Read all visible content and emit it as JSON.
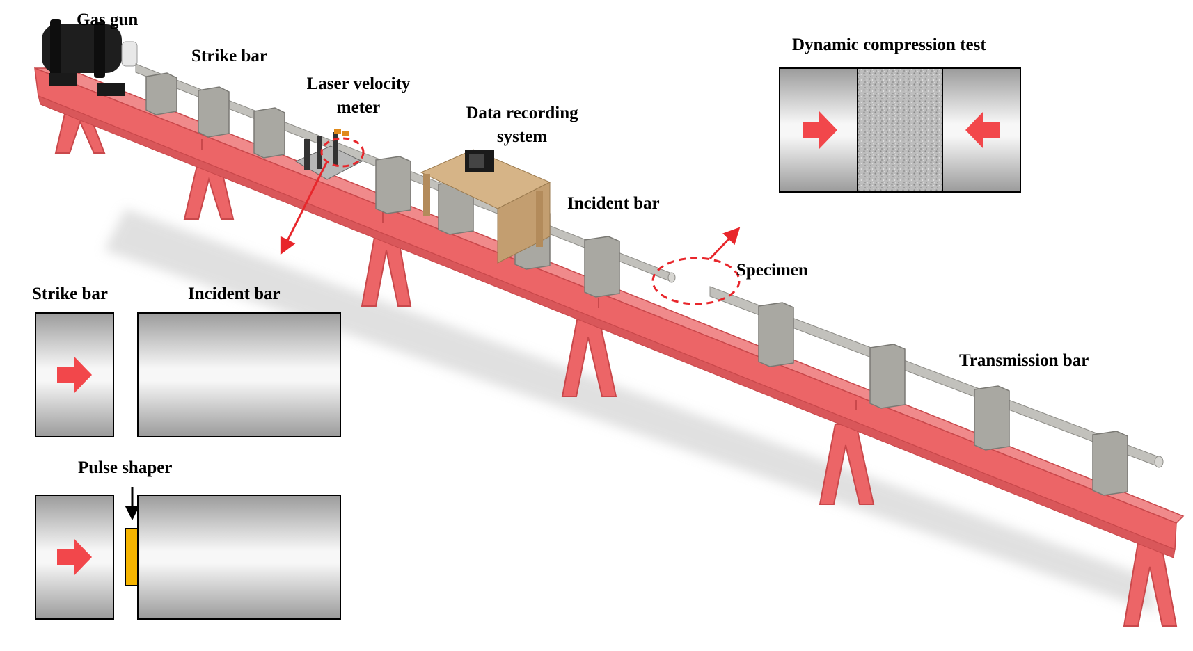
{
  "labels": {
    "gas_gun": "Gas gun",
    "strike_bar_top": "Strike bar",
    "laser_velocity_meter": "Laser velocity meter",
    "data_recording_system": "Data recording system",
    "incident_bar_main": "Incident bar",
    "specimen": "Specimen",
    "transmission_bar": "Transmission bar",
    "dynamic_compression_test": "Dynamic compression test",
    "inset_strike_bar": "Strike bar",
    "inset_incident_bar": "Incident bar",
    "pulse_shaper": "Pulse shaper"
  },
  "colors": {
    "frame_red": "#ec6567",
    "frame_red_dark": "#c9484b",
    "support_gray": "#a9a8a2",
    "bar_gray": "#c2c1bc",
    "arrow_red": "#f2474b",
    "dash_red": "#e8262b",
    "pulse_shaper_yellow": "#f5b400",
    "table_wood": "#d6b487"
  }
}
